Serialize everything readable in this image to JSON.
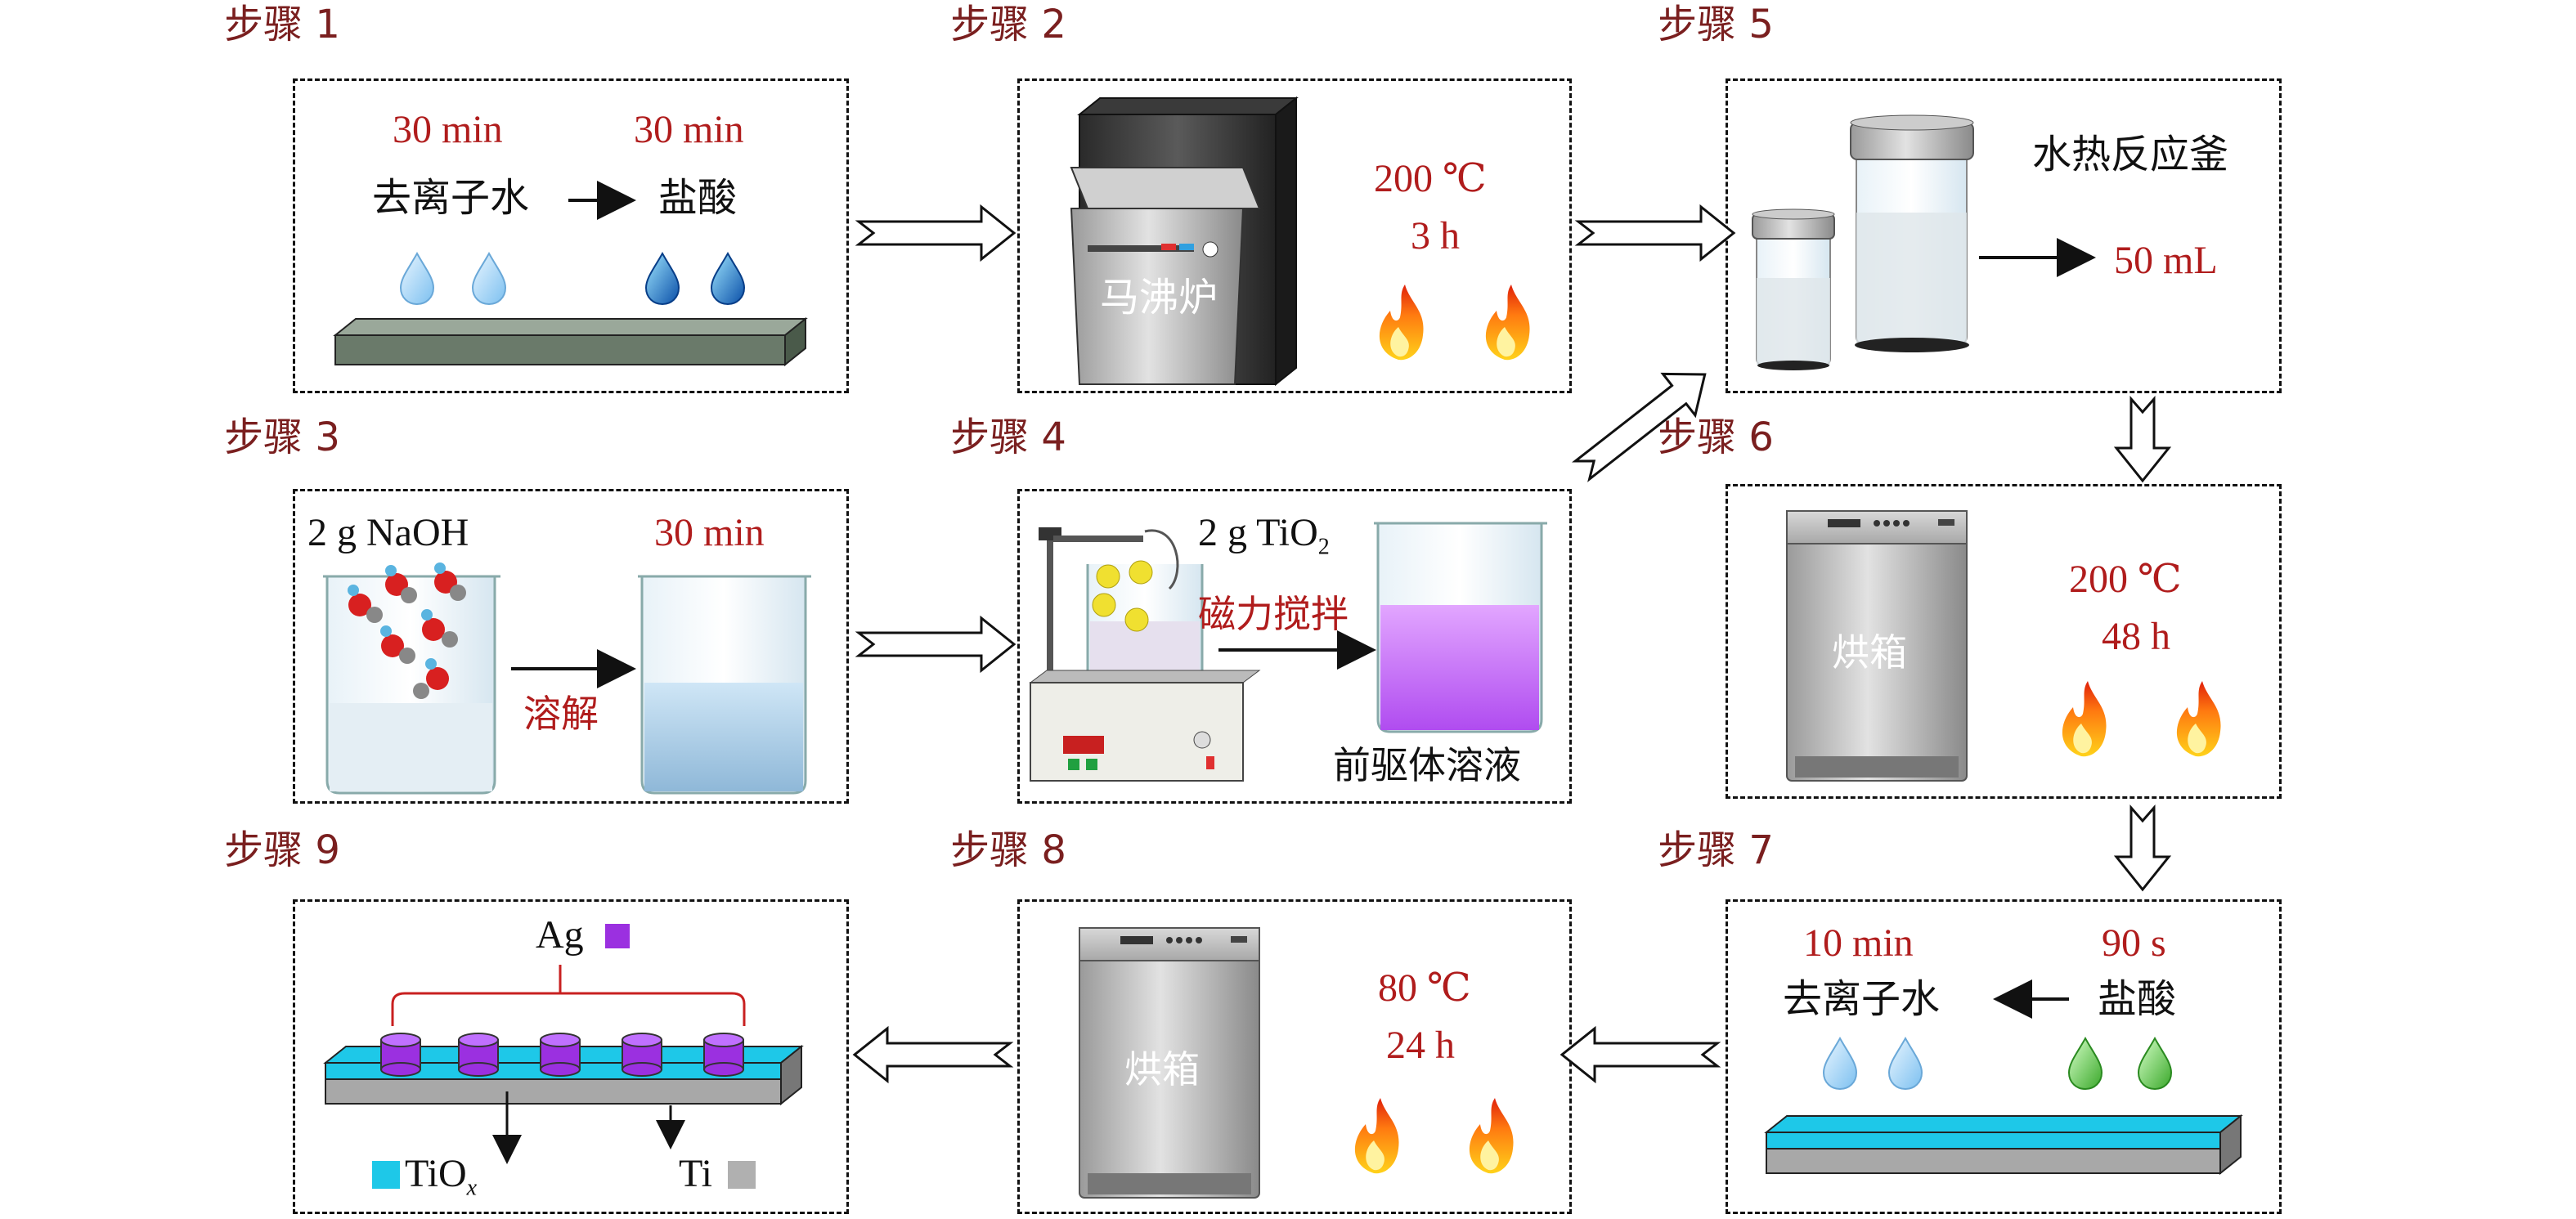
{
  "steps": {
    "s1": {
      "title": "步骤 1",
      "time1": "30 min",
      "time2": "30 min",
      "liquid1": "去离子水",
      "liquid2": "盐酸"
    },
    "s2": {
      "title": "步骤 2",
      "device": "马沸炉",
      "temp": "200 ℃",
      "time": "3 h"
    },
    "s3": {
      "title": "步骤 3",
      "reagent": "2 g NaOH",
      "time": "30 min",
      "action": "溶解"
    },
    "s4": {
      "title": "步骤 4",
      "reagent": "2 g TiO",
      "reagent_sub": "2",
      "action": "磁力搅拌",
      "product": "前驱体溶液"
    },
    "s5": {
      "title": "步骤 5",
      "device": "水热反应釜",
      "volume": "50 mL"
    },
    "s6": {
      "title": "步骤 6",
      "device": "烘箱",
      "temp": "200 ℃",
      "time": "48 h"
    },
    "s7": {
      "title": "步骤 7",
      "time1": "10 min",
      "time2": "90 s",
      "liquid1": "去离子水",
      "liquid2": "盐酸"
    },
    "s8": {
      "title": "步骤 8",
      "device": "烘箱",
      "temp": "80 ℃",
      "time": "24 h"
    },
    "s9": {
      "title": "步骤 9",
      "ag": "Ag",
      "tiox": "TiO",
      "tiox_sub": "x",
      "ti": "Ti"
    }
  },
  "colors": {
    "accent_red": "#b01c1c",
    "title": "#7a1f1f",
    "tiox": "#1ec8e8",
    "ag": "#9b30e0",
    "precursor": "#c060f0"
  }
}
